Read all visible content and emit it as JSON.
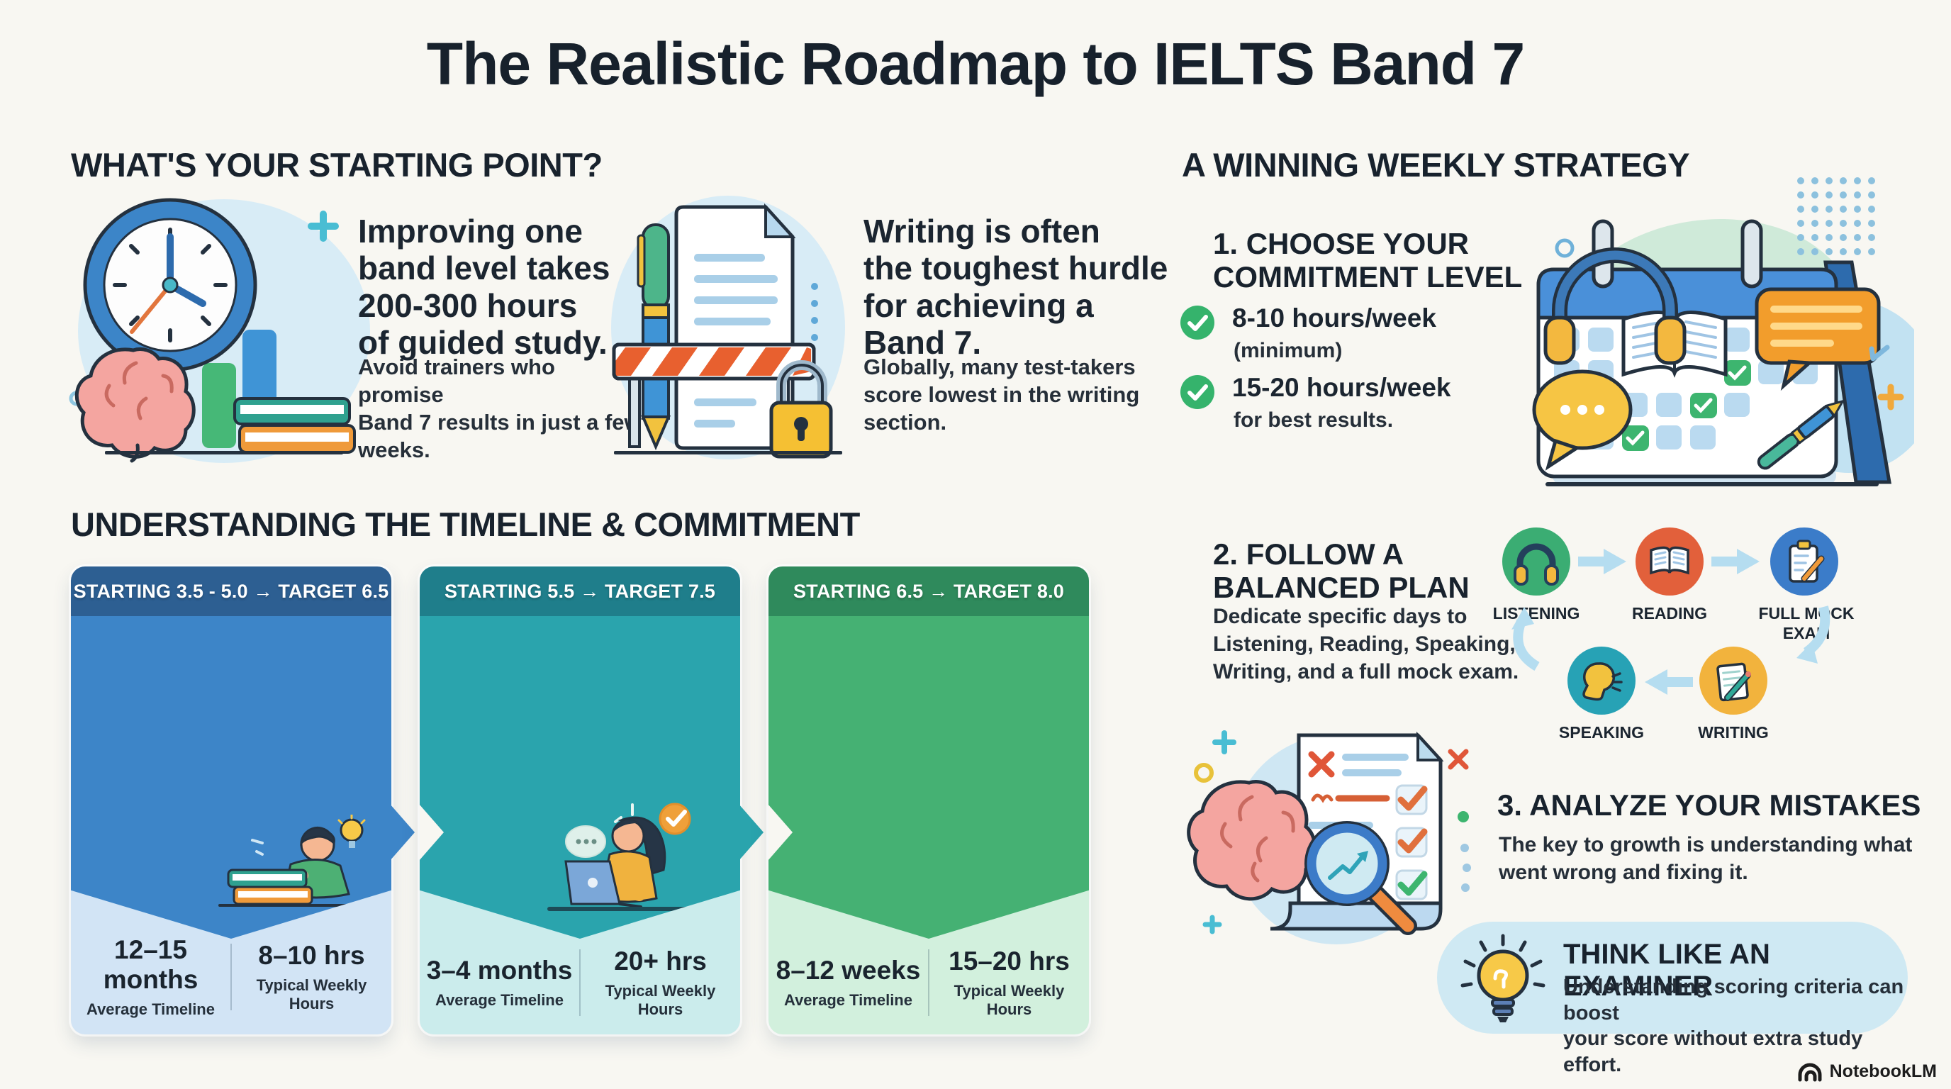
{
  "title": "The Realistic Roadmap to IELTS Band 7",
  "starting_point": {
    "heading": "WHAT'S YOUR STARTING POINT?",
    "fact1": {
      "headline": "Improving one\nband level takes\n200-300 hours\nof guided study.",
      "note": "Avoid trainers who promise\nBand 7 results in just a few\nweeks."
    },
    "fact2": {
      "headline": "Writing is often\nthe toughest hurdle\nfor achieving a\nBand 7.",
      "note": "Globally, many test-takers\nscore lowest in the writing\nsection."
    }
  },
  "timeline": {
    "heading": "UNDERSTANDING THE TIMELINE & COMMITMENT",
    "cards": [
      {
        "header": "STARTING 3.5 - 5.0 → TARGET 6.5",
        "timeline_value": "12–15 months",
        "timeline_label": "Average Timeline",
        "hours_value": "8–10 hrs",
        "hours_label": "Typical Weekly Hours"
      },
      {
        "header": "STARTING 5.5 → TARGET 7.5",
        "timeline_value": "3–4 months",
        "timeline_label": "Average Timeline",
        "hours_value": "20+ hrs",
        "hours_label": "Typical Weekly Hours"
      },
      {
        "header": "STARTING 6.5 → TARGET 8.0",
        "timeline_value": "8–12 weeks",
        "timeline_label": "Average Timeline",
        "hours_value": "15–20 hrs",
        "hours_label": "Typical Weekly Hours"
      }
    ]
  },
  "strategy": {
    "heading": "A WINNING WEEKLY STRATEGY",
    "step1": {
      "title": "1. CHOOSE YOUR\nCOMMITMENT LEVEL",
      "options": [
        {
          "hours": "8-10 hours/week",
          "note": "(minimum)"
        },
        {
          "hours": "15-20 hours/week",
          "note": "for best results."
        }
      ]
    },
    "step2": {
      "title": "2. FOLLOW A\nBALANCED PLAN",
      "note": "Dedicate specific days to\nListening, Reading, Speaking,\nWriting, and a full mock exam.",
      "cycle": {
        "listening": "LISTENING",
        "reading": "READING",
        "full_mock": "FULL MOCK\nEXAM",
        "speaking": "SPEAKING",
        "writing": "WRITING"
      }
    },
    "step3": {
      "title": "3. ANALYZE YOUR MISTAKES",
      "note": "The key to growth is understanding what\nwent wrong and fixing it."
    },
    "examiner_tip": {
      "title": "THINK LIKE AN EXAMINER",
      "note": "Understanding scoring criteria can boost\nyour score without extra study effort."
    }
  },
  "footer": {
    "brand": "NotebookLM"
  },
  "colors": {
    "page_bg": "#f8f7f2",
    "heading_text": "#18222d",
    "card1_header": "#2d5f92",
    "card1_body": "#3d85c8",
    "card1_light": "#d2e4f5",
    "card2_header": "#1f7e8b",
    "card2_body": "#2aa4ad",
    "card2_light": "#cbecec",
    "card3_header": "#2f8a5c",
    "card3_body": "#45b173",
    "card3_light": "#d2f0dd",
    "check_green": "#35b36c",
    "cycle_listening": "#3bad73",
    "cycle_reading": "#e2603b",
    "cycle_full_mock": "#3b7cc9",
    "cycle_speaking": "#27a2b5",
    "cycle_writing": "#f2b33d",
    "flow_arrow_blue": "#b5ddf0",
    "tip_bg": "#cfe9f3"
  }
}
